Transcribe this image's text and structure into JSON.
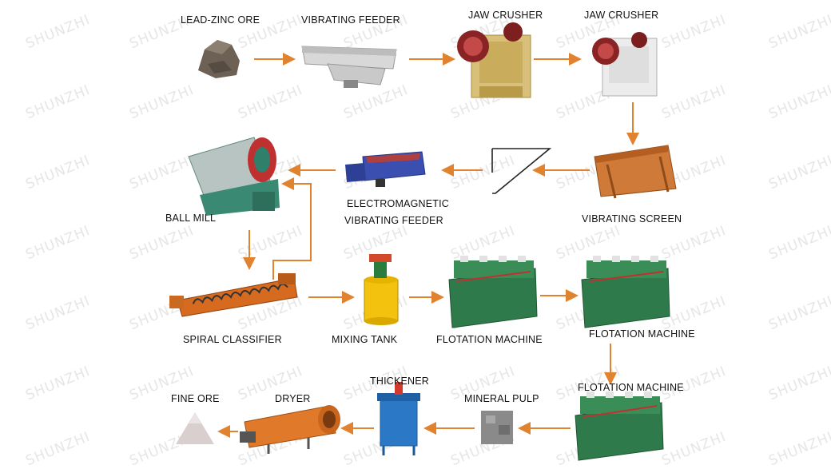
{
  "labels": {
    "lead_zinc_ore": "LEAD-ZINC ORE",
    "vibrating_feeder": "VIBRATING FEEDER",
    "jaw_crusher_1": "JAW CRUSHER",
    "jaw_crusher_2": "JAW CRUSHER",
    "ball_mill": "BALL MILL",
    "em_feeder_line1": "ELECTROMAGNETIC",
    "em_feeder_line2": "VIBRATING FEEDER",
    "vibrating_screen": "VIBRATING SCREEN",
    "spiral_classifier": "SPIRAL CLASSIFIER",
    "mixing_tank": "MIXING TANK",
    "flotation_1": "FLOTATION MACHINE",
    "flotation_2": "FLOTATION MACHINE",
    "flotation_3": "FLOTATION MACHINE",
    "fine_ore": "FINE ORE",
    "dryer": "DRYER",
    "thickener": "THICKENER",
    "mineral_pulp": "MINERAL PULP"
  },
  "watermark": "SHUNZHI",
  "colors": {
    "arrow": "#e0822e",
    "label": "#111111"
  }
}
